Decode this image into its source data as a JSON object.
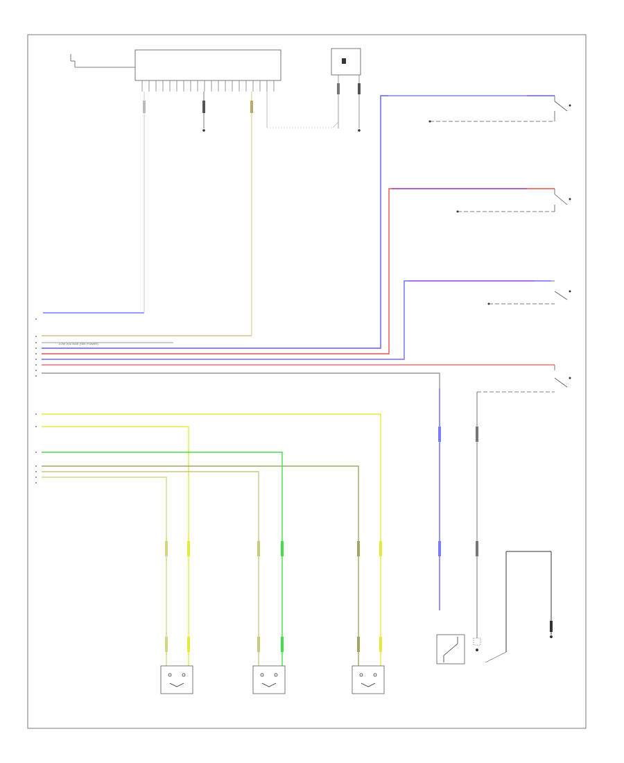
{
  "diagram": {
    "page_label": "",
    "colors": {
      "blue": "#5a5cff",
      "purple": "#9b4ad6",
      "red": "#ff4b4b",
      "tan": "#d9c488",
      "yellow": "#e6ea39",
      "green": "#41e04a",
      "olive": "#a2a55f",
      "gray": "#9a9a9a",
      "black": "#333333"
    },
    "small_text": {
      "header_text": "LOW VOLTAGE (SEE POWER)",
      "module_top": "",
      "module_side": "",
      "relay_side": ""
    },
    "components": [
      {
        "name": "module",
        "interactable": false
      },
      {
        "name": "relay",
        "interactable": false
      },
      {
        "name": "switch-1",
        "interactable": false
      },
      {
        "name": "switch-2",
        "interactable": false
      },
      {
        "name": "switch-3",
        "interactable": false
      },
      {
        "name": "switch-4",
        "interactable": false
      },
      {
        "name": "sensor-left",
        "interactable": false
      },
      {
        "name": "sensor-middle",
        "interactable": false
      },
      {
        "name": "sensor-right",
        "interactable": false
      },
      {
        "name": "bottom-switch",
        "interactable": false
      },
      {
        "name": "bottom-ground",
        "interactable": false
      }
    ]
  }
}
